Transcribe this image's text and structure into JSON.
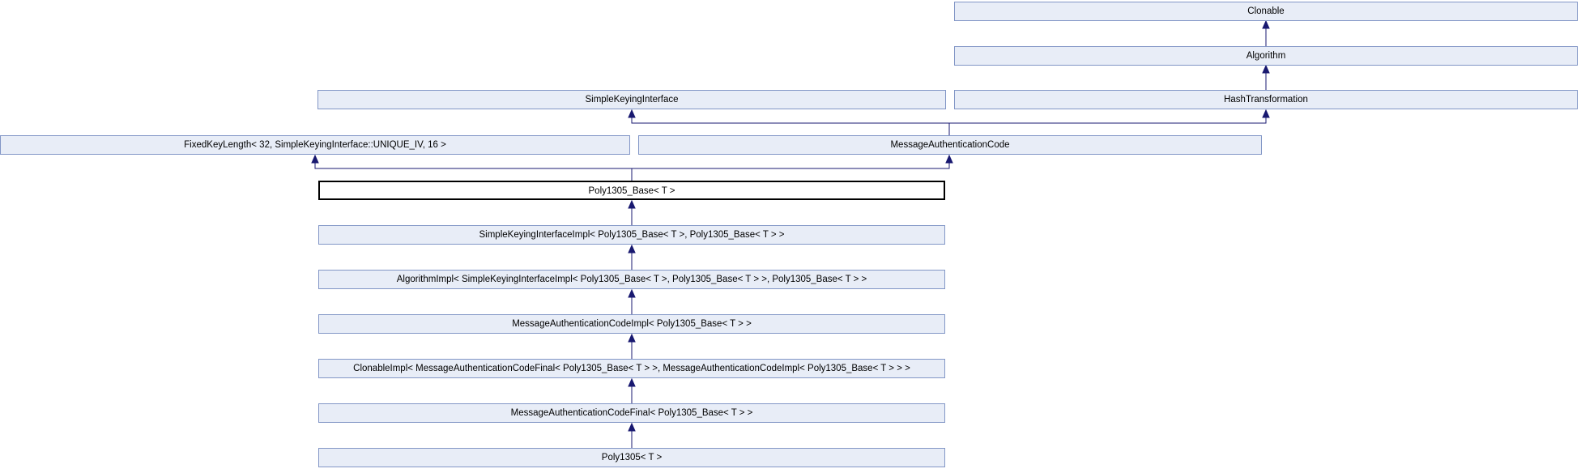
{
  "diagram": {
    "kind": "class-inheritance-graph",
    "colors": {
      "background": "#ffffff",
      "node_fill": "#e8edf7",
      "node_border": "#8296c6",
      "current_node_border": "#000000",
      "current_node_fill": "#ffffff",
      "arrow": "#191970",
      "text": "#000000"
    },
    "nodes": [
      {
        "id": "clonable",
        "label": "Clonable",
        "current": false
      },
      {
        "id": "algorithm",
        "label": "Algorithm",
        "current": false
      },
      {
        "id": "simple-keying-interface",
        "label": "SimpleKeyingInterface",
        "current": false
      },
      {
        "id": "hash-transformation",
        "label": "HashTransformation",
        "current": false
      },
      {
        "id": "fixed-key-length",
        "label": "FixedKeyLength< 32, SimpleKeyingInterface::UNIQUE_IV, 16 >",
        "current": false
      },
      {
        "id": "message-authentication-code",
        "label": "MessageAuthenticationCode",
        "current": false
      },
      {
        "id": "poly1305-base",
        "label": "Poly1305_Base< T >",
        "current": true
      },
      {
        "id": "simple-keying-interface-impl",
        "label": "SimpleKeyingInterfaceImpl< Poly1305_Base< T >, Poly1305_Base< T > >",
        "current": false
      },
      {
        "id": "algorithm-impl",
        "label": "AlgorithmImpl< SimpleKeyingInterfaceImpl< Poly1305_Base< T >, Poly1305_Base< T > >, Poly1305_Base< T > >",
        "current": false
      },
      {
        "id": "message-authentication-code-impl",
        "label": "MessageAuthenticationCodeImpl< Poly1305_Base< T > >",
        "current": false
      },
      {
        "id": "clonable-impl",
        "label": "ClonableImpl< MessageAuthenticationCodeFinal< Poly1305_Base< T > >, MessageAuthenticationCodeImpl< Poly1305_Base< T > > >",
        "current": false
      },
      {
        "id": "message-authentication-code-final",
        "label": "MessageAuthenticationCodeFinal< Poly1305_Base< T > >",
        "current": false
      },
      {
        "id": "poly1305",
        "label": "Poly1305< T >",
        "current": false
      }
    ],
    "edges": [
      {
        "from": "algorithm",
        "to": "clonable"
      },
      {
        "from": "hash-transformation",
        "to": "algorithm"
      },
      {
        "from": "message-authentication-code",
        "to": "simple-keying-interface"
      },
      {
        "from": "message-authentication-code",
        "to": "hash-transformation"
      },
      {
        "from": "poly1305-base",
        "to": "fixed-key-length"
      },
      {
        "from": "poly1305-base",
        "to": "message-authentication-code"
      },
      {
        "from": "simple-keying-interface-impl",
        "to": "poly1305-base"
      },
      {
        "from": "algorithm-impl",
        "to": "simple-keying-interface-impl"
      },
      {
        "from": "message-authentication-code-impl",
        "to": "algorithm-impl"
      },
      {
        "from": "clonable-impl",
        "to": "message-authentication-code-impl"
      },
      {
        "from": "message-authentication-code-final",
        "to": "clonable-impl"
      },
      {
        "from": "poly1305",
        "to": "message-authentication-code-final"
      }
    ]
  }
}
